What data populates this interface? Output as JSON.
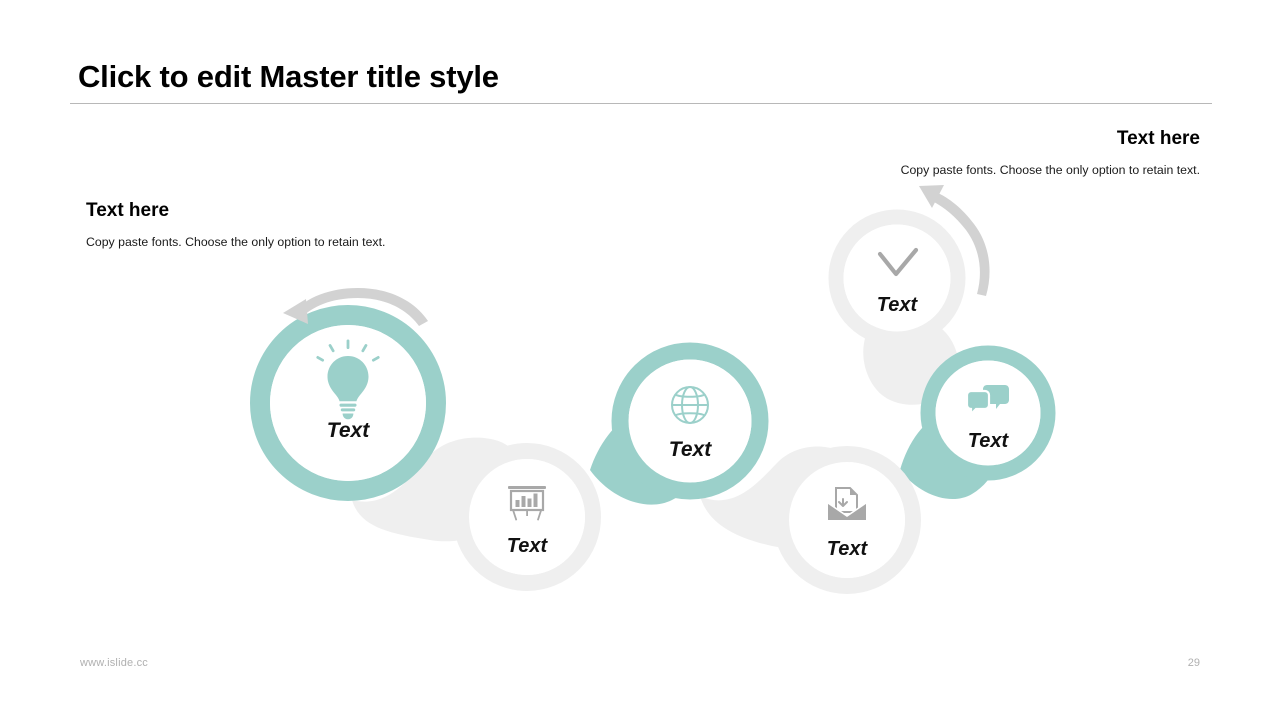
{
  "slide": {
    "title": "Click to edit Master title style",
    "background_color": "#ffffff",
    "accent_color": "#9bd0ca",
    "muted_color": "#efefef",
    "arrow_color": "#d2d2d2",
    "icon_gray": "#a8a8a8"
  },
  "callouts": [
    {
      "id": "left",
      "heading": "Text here",
      "body": "Copy paste fonts. Choose the only option to retain text.",
      "align": "left"
    },
    {
      "id": "right",
      "heading": "Text here",
      "body": "Copy paste fonts. Choose the only option to retain text.",
      "align": "right"
    }
  ],
  "diagram": {
    "type": "chain-of-circles",
    "nodes": [
      {
        "id": "node-1",
        "label": "Text",
        "icon": "lightbulb-icon",
        "style": "accent"
      },
      {
        "id": "node-2",
        "label": "Text",
        "icon": "presentation-chart-icon",
        "style": "muted"
      },
      {
        "id": "node-3",
        "label": "Text",
        "icon": "globe-icon",
        "style": "accent"
      },
      {
        "id": "node-4",
        "label": "Text",
        "icon": "open-envelope-document-icon",
        "style": "muted"
      },
      {
        "id": "node-5",
        "label": "Text",
        "icon": "chat-bubbles-icon",
        "style": "accent"
      },
      {
        "id": "node-6",
        "label": "Text",
        "icon": "checkmark-icon",
        "style": "muted"
      }
    ],
    "arrows": [
      {
        "id": "arrow-left",
        "direction": "counter-clockwise",
        "points_to": "node-1"
      },
      {
        "id": "arrow-right",
        "direction": "counter-clockwise",
        "points_to": "callout-right"
      }
    ]
  },
  "footer": {
    "url": "www.islide.cc",
    "page_number": "29"
  }
}
